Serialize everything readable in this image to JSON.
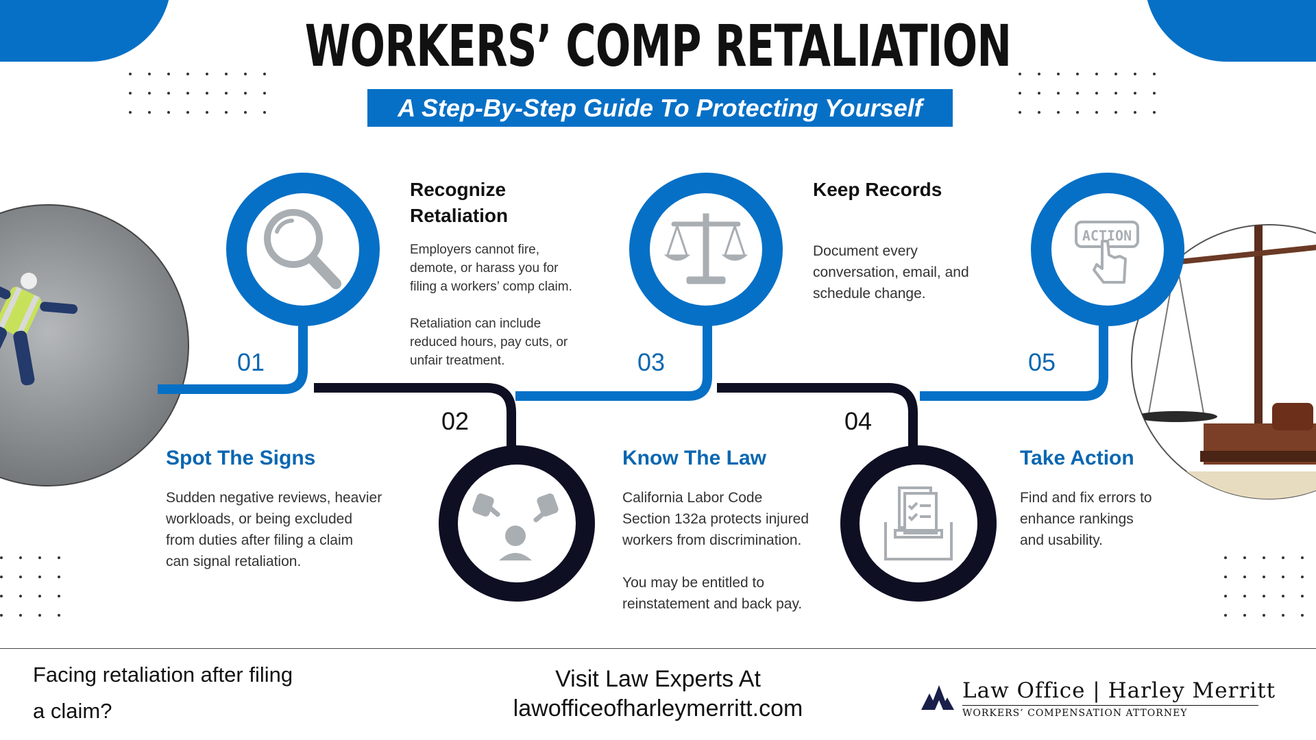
{
  "header": {
    "title": "WORKERS’ COMP RETALIATION",
    "subtitle": "A Step-By-Step Guide To Protecting Yourself"
  },
  "colors": {
    "blue": "#0670c6",
    "navy": "#0f0f23",
    "gray_icon": "#a9aeb3"
  },
  "steps": [
    {
      "number": "01",
      "title": "Spot The Signs",
      "icon": "magnifier-icon",
      "body": [
        "Sudden negative reviews, heavier",
        "workloads, or being excluded",
        "from duties after filing a claim",
        "can signal retaliation."
      ]
    },
    {
      "number": "02",
      "title": "Recognize Retaliation",
      "title_lines": [
        "Recognize",
        "Retaliation"
      ],
      "icon": "pointing-at-person-icon",
      "body": [
        "Employers cannot fire,",
        "demote, or harass you for",
        "filing a workers’ comp claim."
      ],
      "body2": [
        "Retaliation can include",
        "reduced hours, pay cuts, or",
        "unfair treatment."
      ]
    },
    {
      "number": "03",
      "title": "Know The Law",
      "icon": "scales-of-justice-icon",
      "body": [
        "California Labor Code",
        "Section 132a protects injured",
        "workers from discrimination."
      ],
      "body2": [
        "You may be entitled to",
        "reinstatement and back pay."
      ]
    },
    {
      "number": "04",
      "title": "Keep Records",
      "icon": "document-tray-icon",
      "body": [
        "Document every",
        "conversation, email, and",
        "schedule change."
      ]
    },
    {
      "number": "05",
      "title": "Take Action",
      "icon": "action-button-icon",
      "icon_text": "ACTION",
      "body": [
        "Find and fix errors to",
        "enhance rankings",
        "and usability."
      ]
    }
  ],
  "footer": {
    "left_lines": [
      "Facing retaliation after filing",
      "a claim?"
    ],
    "center_lines": [
      "Visit Law Experts At",
      "lawofficeofharleymerritt.com"
    ],
    "logo_name": "Law Office | Harley Merritt",
    "logo_sub": "WORKERS’ COMPENSATION ATTORNEY"
  }
}
